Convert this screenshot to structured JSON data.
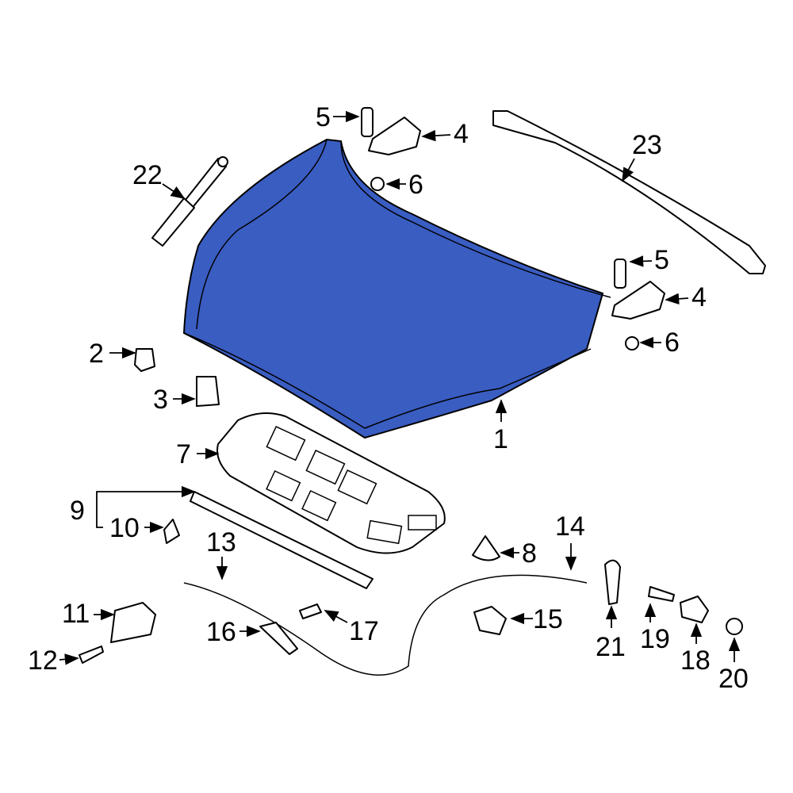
{
  "colors": {
    "highlight": "#3a5dc2",
    "line": "#000000",
    "background": "#ffffff"
  },
  "callouts": [
    {
      "id": "5a",
      "label": "5"
    },
    {
      "id": "4a",
      "label": "4"
    },
    {
      "id": "6a",
      "label": "6"
    },
    {
      "id": "22",
      "label": "22"
    },
    {
      "id": "23",
      "label": "23"
    },
    {
      "id": "5b",
      "label": "5"
    },
    {
      "id": "4b",
      "label": "4"
    },
    {
      "id": "6b",
      "label": "6"
    },
    {
      "id": "2",
      "label": "2"
    },
    {
      "id": "3",
      "label": "3"
    },
    {
      "id": "1",
      "label": "1"
    },
    {
      "id": "7",
      "label": "7"
    },
    {
      "id": "9",
      "label": "9"
    },
    {
      "id": "10",
      "label": "10"
    },
    {
      "id": "13",
      "label": "13"
    },
    {
      "id": "14",
      "label": "14"
    },
    {
      "id": "8",
      "label": "8"
    },
    {
      "id": "11",
      "label": "11"
    },
    {
      "id": "17",
      "label": "17"
    },
    {
      "id": "15",
      "label": "15"
    },
    {
      "id": "16",
      "label": "16"
    },
    {
      "id": "21",
      "label": "21"
    },
    {
      "id": "19",
      "label": "19"
    },
    {
      "id": "18",
      "label": "18"
    },
    {
      "id": "12",
      "label": "12"
    },
    {
      "id": "20",
      "label": "20"
    }
  ]
}
